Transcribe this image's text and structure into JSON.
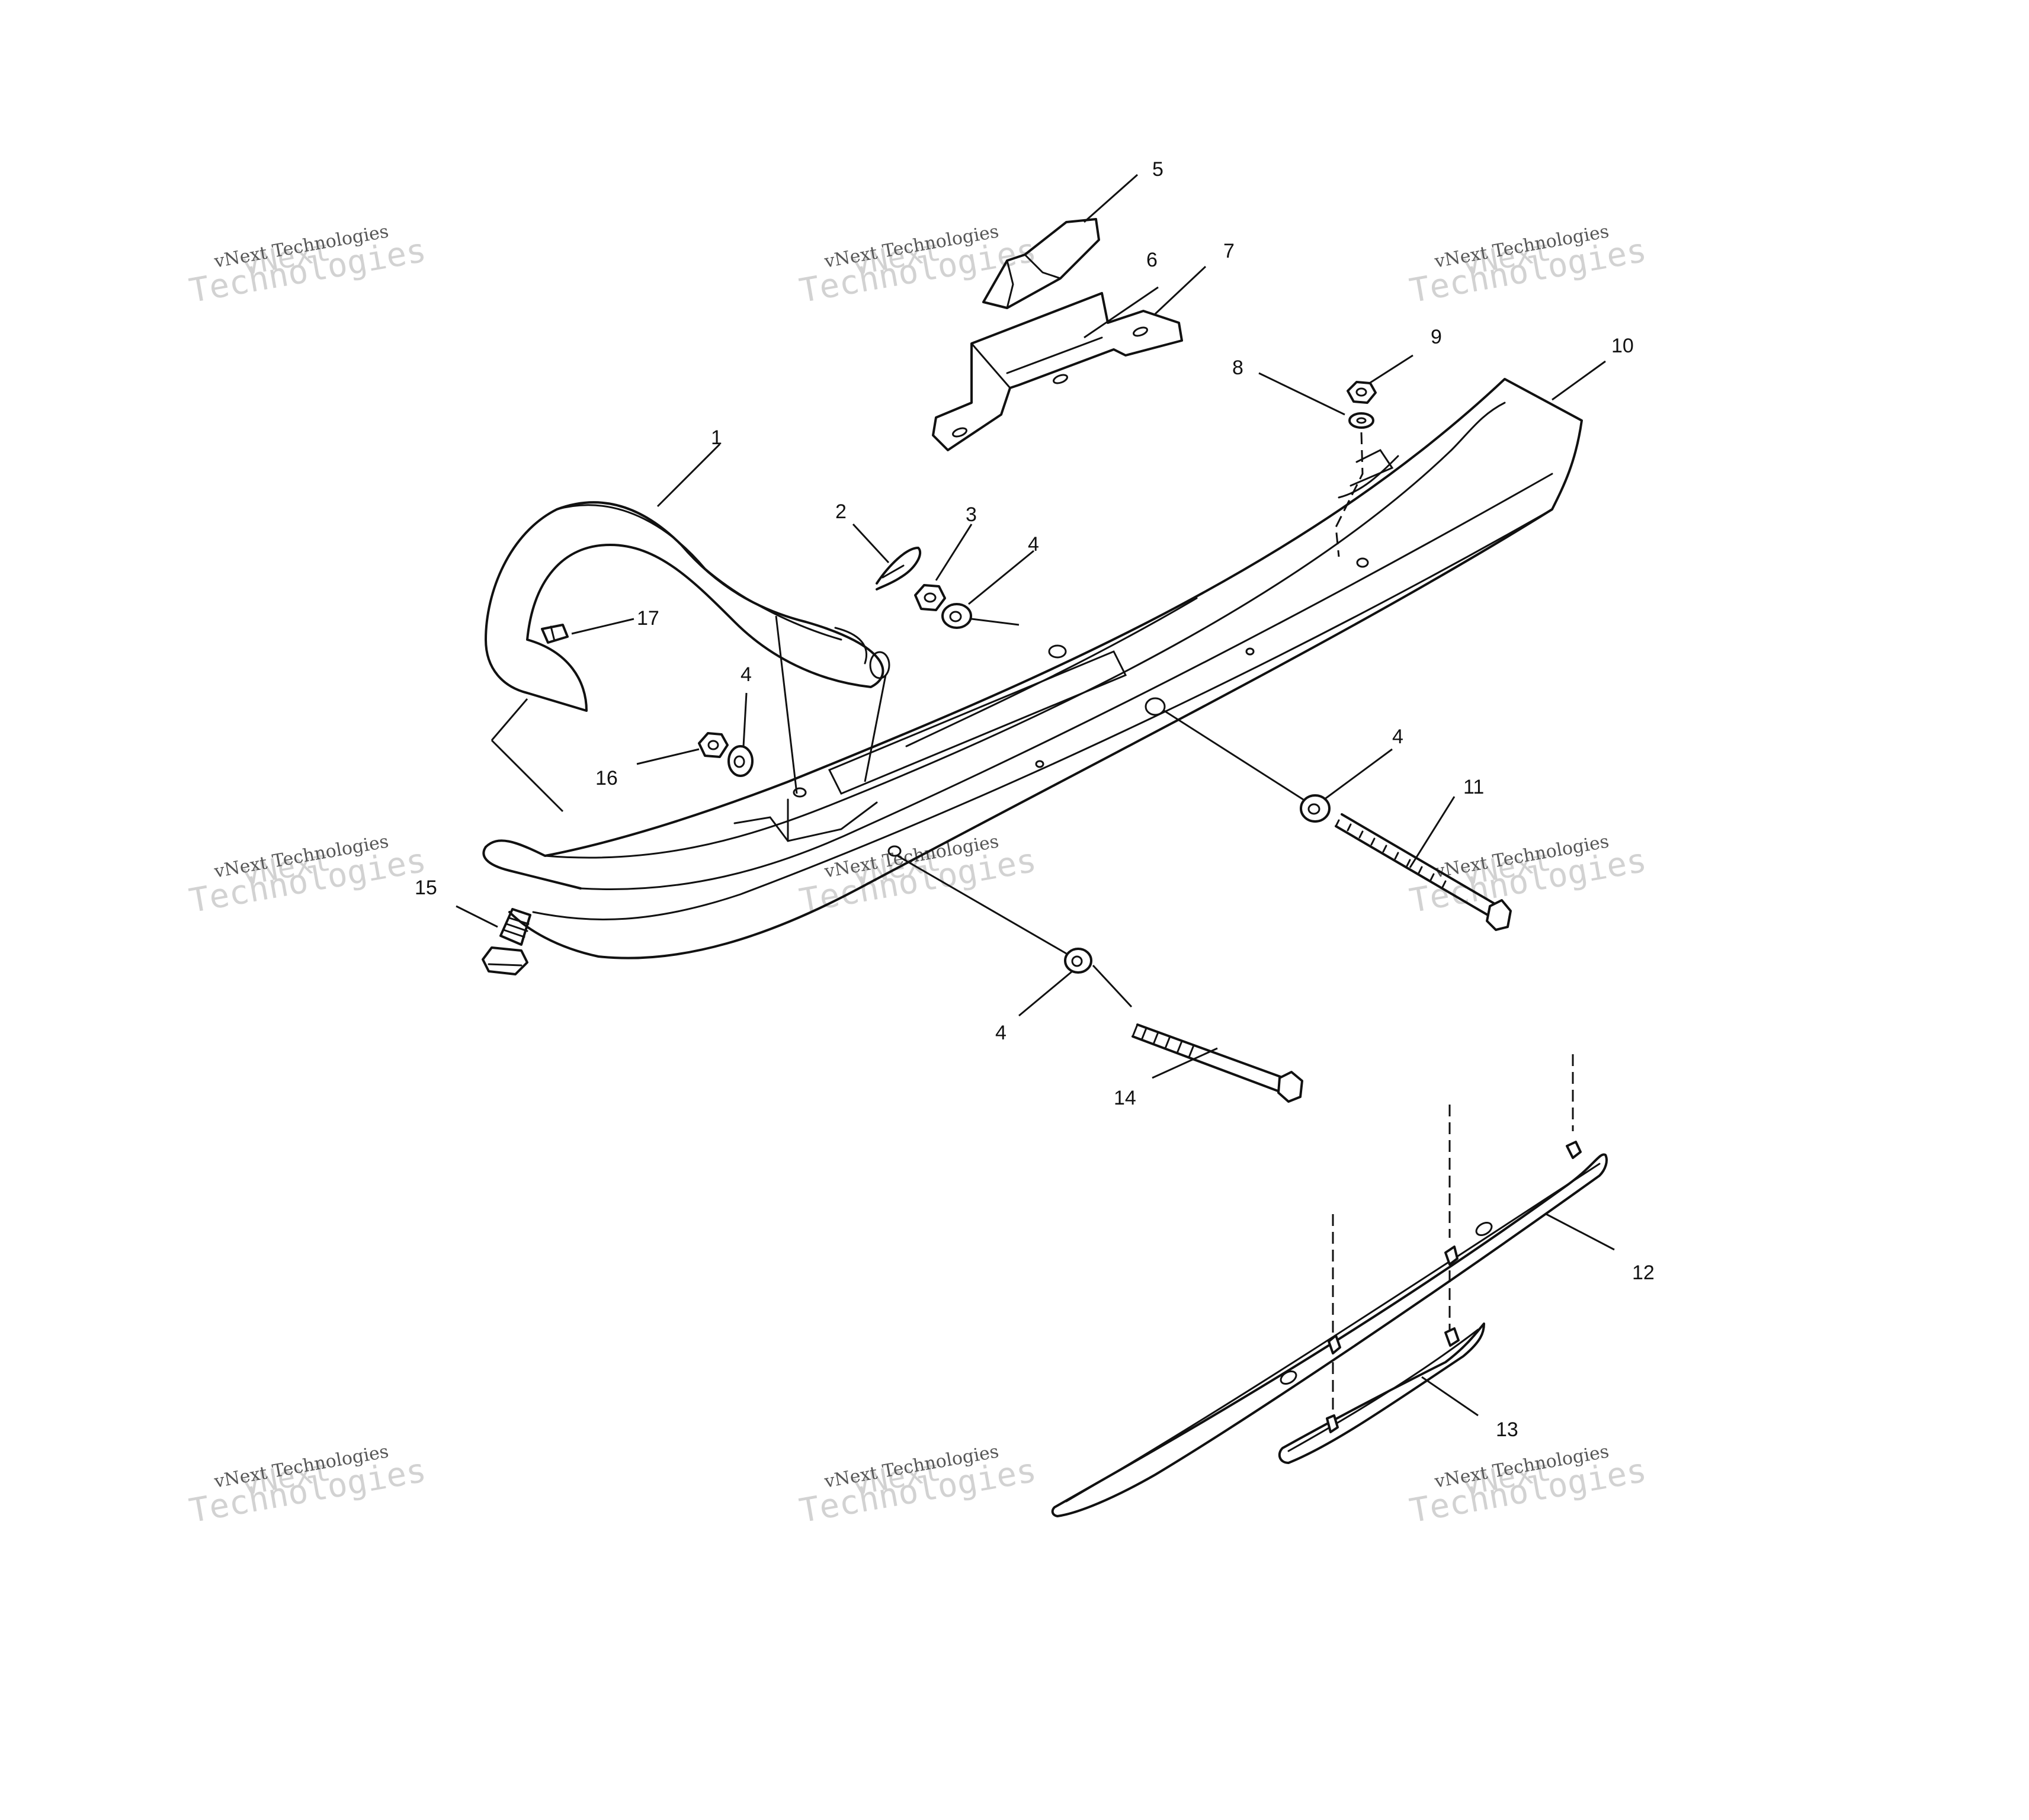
{
  "watermark": {
    "line1": "vNext",
    "line2": "vNext Technologies",
    "line3": "Technologies"
  },
  "callouts": {
    "c1": "1",
    "c2": "2",
    "c3": "3",
    "c4a": "4",
    "c4b": "4",
    "c4c": "4",
    "c4d": "4",
    "c5": "5",
    "c6": "6",
    "c7": "7",
    "c8": "8",
    "c9": "9",
    "c10": "10",
    "c11": "11",
    "c12": "12",
    "c13": "13",
    "c14": "14",
    "c15": "15",
    "c16": "16",
    "c17": "17"
  }
}
